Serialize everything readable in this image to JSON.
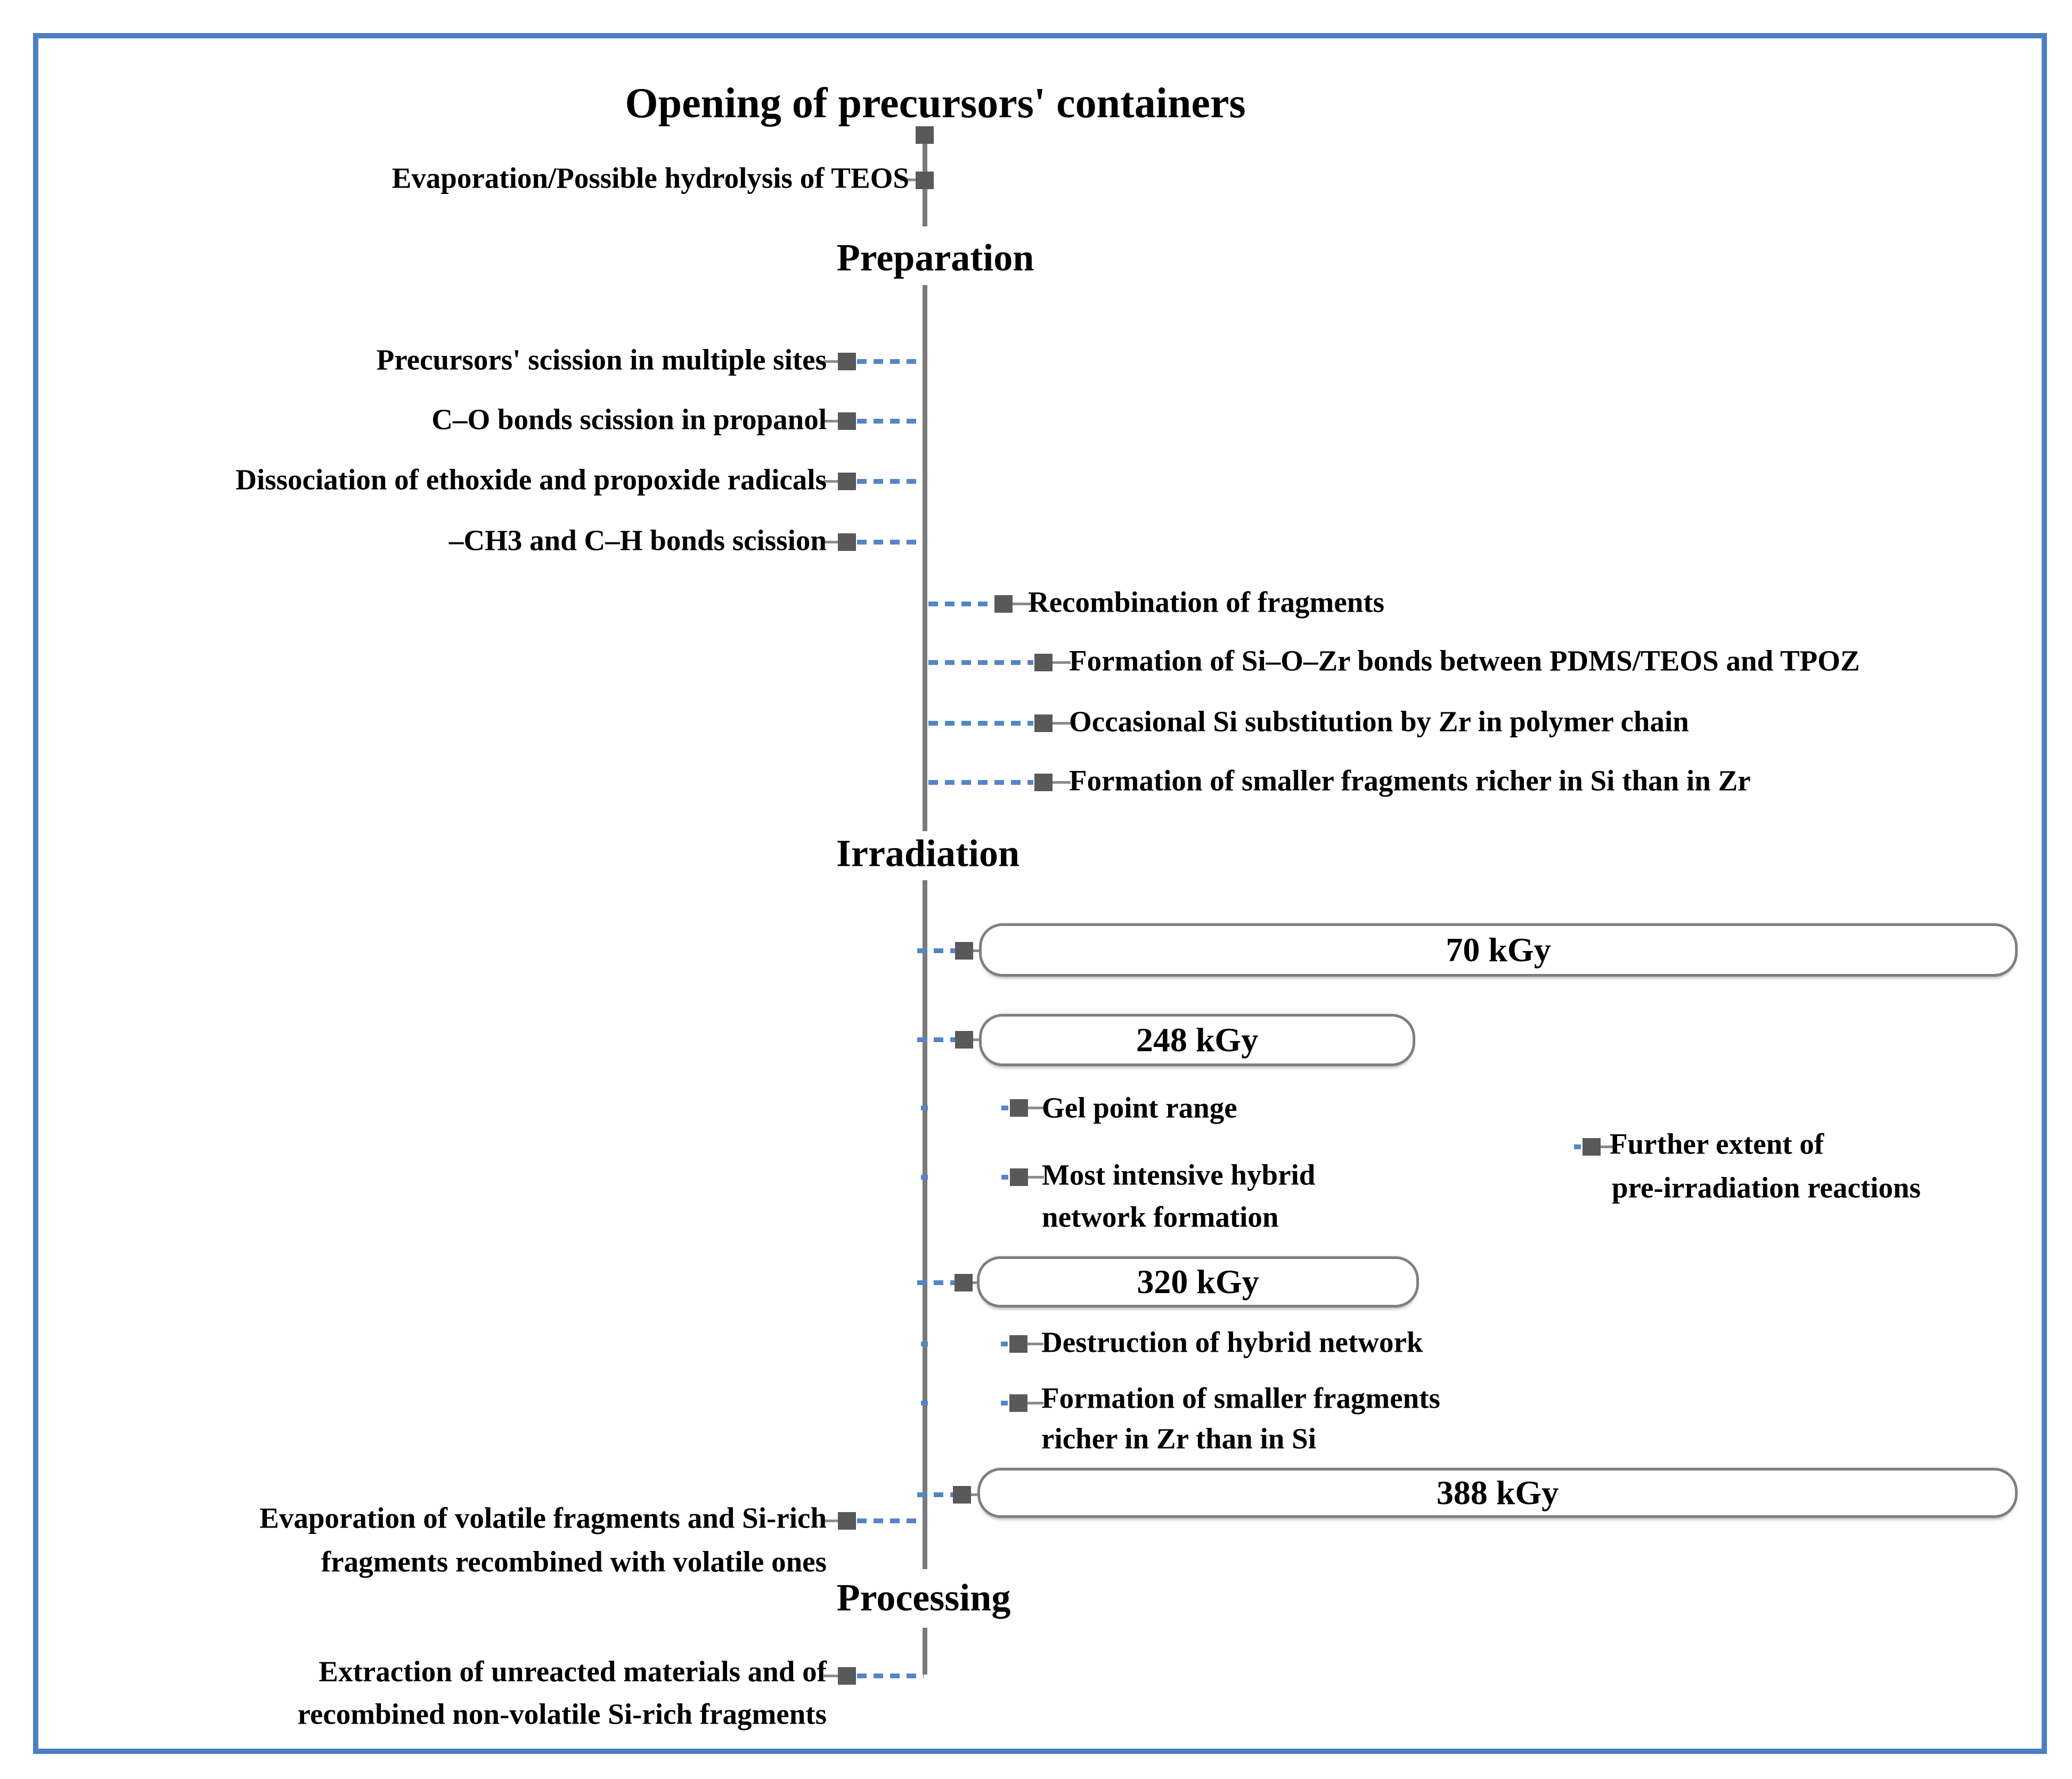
{
  "title": "Opening of precursors' containers",
  "pre_preparation": {
    "teos": "Evaporation/Possible hydrolysis of TEOS"
  },
  "stages": {
    "preparation": "Preparation",
    "irradiation": "Irradiation",
    "processing": "Processing"
  },
  "preparation": {
    "left_items": [
      {
        "text": "Precursors' scission in multiple sites"
      },
      {
        "text": "C–O bonds scission in propanol"
      },
      {
        "text": "Dissociation of ethoxide and propoxide radicals"
      },
      {
        "text": "–CH3 and C–H bonds scission"
      }
    ],
    "right_items": [
      {
        "text": "Recombination of fragments"
      },
      {
        "text": "Formation of Si–O–Zr bonds between PDMS/TEOS and TPOZ"
      },
      {
        "text": "Occasional Si substitution by Zr in polymer chain"
      },
      {
        "text": "Formation of smaller fragments richer in Si than in Zr"
      }
    ]
  },
  "irradiation": {
    "doses": [
      {
        "label": "70 kGy"
      },
      {
        "label": "248 kGy"
      },
      {
        "label": "320 kGy"
      },
      {
        "label": "388 kGy"
      }
    ],
    "after_248": [
      {
        "line1": "Gel point range",
        "line2": ""
      },
      {
        "line1": "Most intensive hybrid",
        "line2": "network formation"
      },
      {
        "line1": "Further extent of",
        "line2": "pre-irradiation reactions"
      }
    ],
    "after_320": [
      {
        "line1": "Destruction of hybrid network",
        "line2": ""
      },
      {
        "line1": "Formation of smaller fragments",
        "line2": "richer in Zr than in Si"
      }
    ]
  },
  "processing": {
    "evaporation": {
      "line1": "Evaporation of volatile fragments and Si-rich",
      "line2": "fragments recombined with volatile ones"
    },
    "extraction": {
      "line1": "Extraction of unreacted materials and of",
      "line2": "recombined non-volatile Si-rich fragments"
    }
  },
  "colors": {
    "frame_blue": "#4e7fbf",
    "connector_blue": "#5585c8",
    "marker_gray": "#595959",
    "timeline_gray": "#7a7a7a",
    "box_border_gray": "#7f7f7f"
  }
}
